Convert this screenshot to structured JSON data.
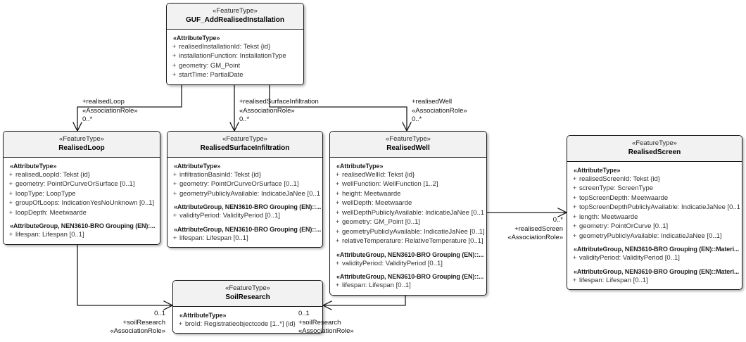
{
  "diagram": {
    "title": "GUF_AddRealisedInstallation UML class diagram",
    "background": "#ffffff",
    "header_fill": "#f2f2f2",
    "border_color": "#1a1a1a"
  },
  "classes": [
    {
      "id": "guf_addrealisedinstallation",
      "stereotype": "«FeatureType»",
      "name": "GUF_AddRealisedInstallation",
      "compartments": [
        {
          "group": "«AttributeType»",
          "attributes": [
            {
              "vis": "+",
              "text": "realisedInstallationId: Tekst {id}"
            },
            {
              "vis": "+",
              "text": "installationFunction: InstallationType"
            },
            {
              "vis": "+",
              "text": "geometry: GM_Point"
            },
            {
              "vis": "+",
              "text": "startTime: PartialDate"
            }
          ]
        }
      ]
    },
    {
      "id": "realisedloop",
      "stereotype": "«FeatureType»",
      "name": "RealisedLoop",
      "compartments": [
        {
          "group": "«AttributeType»",
          "attributes": [
            {
              "vis": "+",
              "text": "realisedLoopId: Tekst {id}"
            },
            {
              "vis": "+",
              "text": "geometry: PointOrCurveOrSurface [0..1]"
            },
            {
              "vis": "+",
              "text": "loopType: LoopType"
            },
            {
              "vis": "+",
              "text": "groupOfLoops: IndicationYesNoUnknown [0..1]"
            },
            {
              "vis": "+",
              "text": "loopDepth: Meetwaarde"
            }
          ]
        },
        {
          "group": "«AttributeGroup, NEN3610-BRO Grouping (EN):...",
          "attributes": [
            {
              "vis": "+",
              "text": "lifespan: Lifespan [0..1]"
            }
          ]
        }
      ]
    },
    {
      "id": "realisedsurfaceinfiltration",
      "stereotype": "«FeatureType»",
      "name": "RealisedSurfaceInfiltration",
      "compartments": [
        {
          "group": "«AttributeType»",
          "attributes": [
            {
              "vis": "+",
              "text": "infiltrationBasinId: Tekst {id}"
            },
            {
              "vis": "+",
              "text": "geometry: PointOrCurveOrSurface [0..1]"
            },
            {
              "vis": "+",
              "text": "geometryPubliclyAvailable: IndicatieJaNee [0..1]"
            }
          ]
        },
        {
          "group": "«AttributeGroup, NEN3610-BRO Grouping (EN)::...",
          "attributes": [
            {
              "vis": "+",
              "text": "validityPeriod: ValidityPeriod [0..1]"
            }
          ]
        },
        {
          "group": "«AttributeGroup, NEN3610-BRO Grouping (EN)::...",
          "attributes": [
            {
              "vis": "+",
              "text": "lifespan: Lifespan [0..1]"
            }
          ]
        }
      ]
    },
    {
      "id": "realisedwell",
      "stereotype": "«FeatureType»",
      "name": "RealisedWell",
      "compartments": [
        {
          "group": "«AttributeType»",
          "attributes": [
            {
              "vis": "+",
              "text": "realisedWellId: Tekst {id}"
            },
            {
              "vis": "+",
              "text": "wellFunction: WellFunction [1..2]"
            },
            {
              "vis": "+",
              "text": "height: Meetwaarde"
            },
            {
              "vis": "+",
              "text": "wellDepth: Meetwaarde"
            },
            {
              "vis": "+",
              "text": "wellDepthPubliclyAvailable: IndicatieJaNee [0..1]"
            },
            {
              "vis": "+",
              "text": "geometry: GM_Point [0..1]"
            },
            {
              "vis": "+",
              "text": "geometryPubliclyAvailable: IndicatieJaNee [0..1]"
            },
            {
              "vis": "+",
              "text": "relativeTemperature: RelativeTemperature [0..1]"
            }
          ]
        },
        {
          "group": "«AttributeGroup, NEN3610-BRO Grouping (EN)::...",
          "attributes": [
            {
              "vis": "+",
              "text": "validityPeriod: ValidityPeriod [0..1]"
            }
          ]
        },
        {
          "group": "«AttributeGroup, NEN3610-BRO Grouping (EN)::...",
          "attributes": [
            {
              "vis": "+",
              "text": "lifespan: Lifespan [0..1]"
            }
          ]
        }
      ]
    },
    {
      "id": "realisedscreen",
      "stereotype": "«FeatureType»",
      "name": "RealisedScreen",
      "compartments": [
        {
          "group": "«AttributeType»",
          "attributes": [
            {
              "vis": "+",
              "text": "realisedScreenId: Tekst {id}"
            },
            {
              "vis": "+",
              "text": "screenType: ScreenType"
            },
            {
              "vis": "+",
              "text": "topScreenDepth: Meetwaarde"
            },
            {
              "vis": "+",
              "text": "topScreenDepthPubliclyAvailable: IndicatieJaNee [0..1]"
            },
            {
              "vis": "+",
              "text": "length: Meetwaarde"
            },
            {
              "vis": "+",
              "text": "geometry: PointOrCurve [0..1]"
            },
            {
              "vis": "+",
              "text": "geometryPubliclyAvailable: IndicatieJaNee [0..1]"
            }
          ]
        },
        {
          "group": "«AttributeGroup, NEN3610-BRO Grouping (EN)::Materi...",
          "attributes": [
            {
              "vis": "+",
              "text": "validityPeriod: ValidityPeriod [0..1]"
            }
          ]
        },
        {
          "group": "«AttributeGroup, NEN3610-BRO Grouping (EN)::Materi...",
          "attributes": [
            {
              "vis": "+",
              "text": "lifespan: Lifespan [0..1]"
            }
          ]
        }
      ]
    },
    {
      "id": "soilresearch",
      "stereotype": "«FeatureType»",
      "name": "SoilResearch",
      "compartments": [
        {
          "group": "«AttributeType»",
          "attributes": [
            {
              "vis": "+",
              "text": "broId: Registratieobjectcode [1..*] {id}"
            }
          ]
        }
      ]
    }
  ],
  "associations": [
    {
      "id": "assoc-realisedloop",
      "role": "+realisedLoop",
      "stereotype": "«AssociationRole»",
      "multiplicity": "0..*"
    },
    {
      "id": "assoc-realisedsurfaceinfiltration",
      "role": "+realisedSurfaceInfiltration",
      "stereotype": "«AssociationRole»",
      "multiplicity": "0..*"
    },
    {
      "id": "assoc-realisedwell",
      "role": "+realisedWell",
      "stereotype": "«AssociationRole»",
      "multiplicity": "0..*"
    },
    {
      "id": "assoc-realisedscreen",
      "role": "+realisedScreen",
      "stereotype": "«AssociationRole»",
      "multiplicity": "0..*"
    },
    {
      "id": "assoc-soilresearch-left",
      "role": "+soilResearch",
      "stereotype": "«AssociationRole»",
      "multiplicity": "0..1"
    },
    {
      "id": "assoc-soilresearch-right",
      "role": "+soilResearch",
      "stereotype": "«AssociationRole»",
      "multiplicity": "0..1"
    }
  ]
}
